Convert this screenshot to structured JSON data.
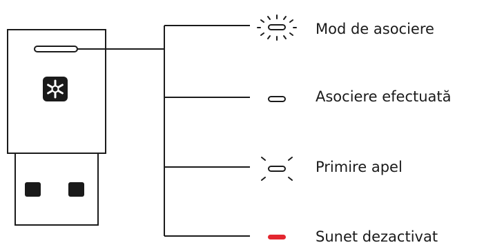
{
  "states": [
    {
      "label": "Mod de asociere",
      "indicator": "pulsing-white",
      "color": "#ffffff"
    },
    {
      "label": "Asociere efectuată",
      "indicator": "solid-white",
      "color": "#ffffff"
    },
    {
      "label": "Primire apel",
      "indicator": "flashing-white",
      "color": "#ffffff"
    },
    {
      "label": "Sunet dezactivat",
      "indicator": "solid-red",
      "color": "#e3262f"
    }
  ],
  "device": {
    "button_icon": "asterisk-icon"
  },
  "colors": {
    "stroke": "#1a1a1a",
    "red": "#e3262f"
  }
}
